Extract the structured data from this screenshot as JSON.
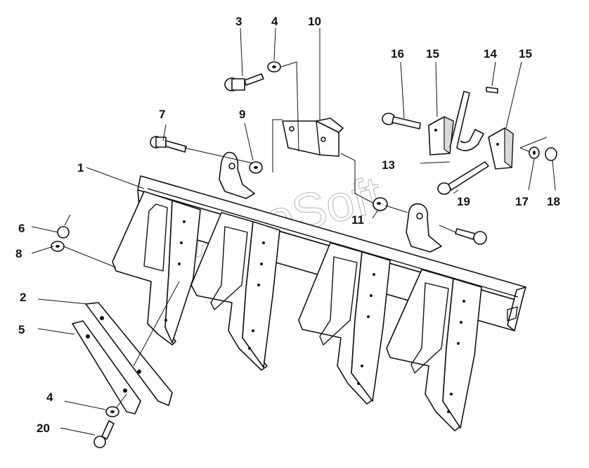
{
  "watermark": "AutoSoft",
  "callouts": [
    {
      "id": "c1",
      "label": "1"
    },
    {
      "id": "c2",
      "label": "2"
    },
    {
      "id": "c3",
      "label": "3"
    },
    {
      "id": "c4a",
      "label": "4"
    },
    {
      "id": "c4b",
      "label": "4"
    },
    {
      "id": "c5",
      "label": "5"
    },
    {
      "id": "c6",
      "label": "6"
    },
    {
      "id": "c7",
      "label": "7"
    },
    {
      "id": "c8",
      "label": "8"
    },
    {
      "id": "c9",
      "label": "9"
    },
    {
      "id": "c10",
      "label": "10"
    },
    {
      "id": "c11",
      "label": "11"
    },
    {
      "id": "c13",
      "label": "13"
    },
    {
      "id": "c14",
      "label": "14"
    },
    {
      "id": "c15a",
      "label": "15"
    },
    {
      "id": "c15b",
      "label": "15"
    },
    {
      "id": "c16",
      "label": "16"
    },
    {
      "id": "c17",
      "label": "17"
    },
    {
      "id": "c18",
      "label": "18"
    },
    {
      "id": "c19",
      "label": "19"
    },
    {
      "id": "c20",
      "label": "20"
    }
  ]
}
